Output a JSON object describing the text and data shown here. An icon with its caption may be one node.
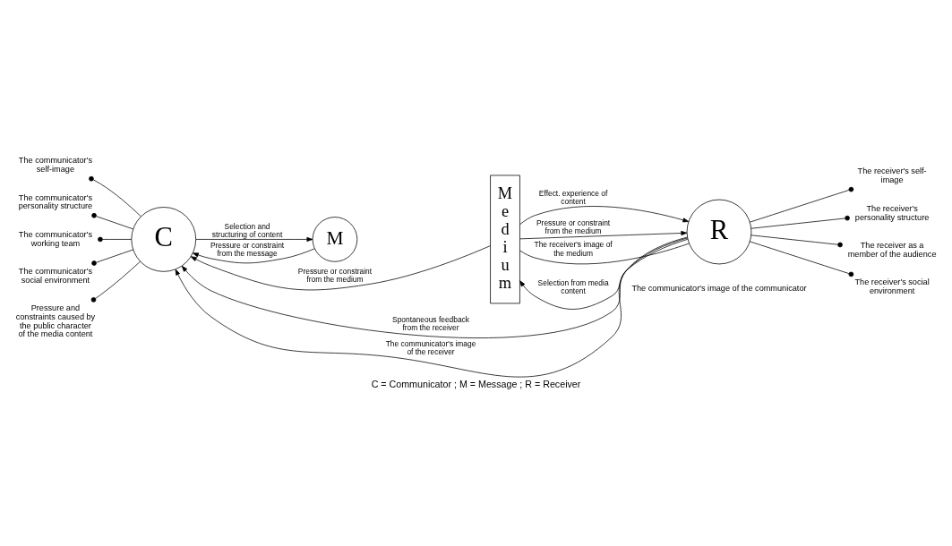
{
  "diagram": {
    "caption": "C = Communicator ; M = Message ; R = Receiver",
    "nodes": [
      {
        "text": [
          "C"
        ]
      },
      {
        "text": [
          "M"
        ]
      },
      {
        "text": [
          "M e d i u m"
        ]
      },
      {
        "text": [
          "R"
        ]
      },
      {
        "text": [
          "The communicator's self-image"
        ]
      },
      {
        "text": [
          "The communicator's personality structure"
        ]
      },
      {
        "text": [
          "The communicator's working team"
        ]
      },
      {
        "text": [
          "The communicator's social environment"
        ]
      },
      {
        "text": [
          "Pressure and constraints caused by the public character of the media content"
        ]
      },
      {
        "text": [
          "The receiver's self-image"
        ]
      },
      {
        "text": [
          "The receiver's personality structure"
        ]
      },
      {
        "text": [
          "The receiver as a member of the audience"
        ]
      },
      {
        "text": [
          "The receiver's social environment"
        ]
      }
    ],
    "edges": [
      {
        "from": 0,
        "to": 1,
        "arrow": "to",
        "label": "Selection and structuring of content"
      },
      {
        "from": 1,
        "to": 0,
        "arrow": "to",
        "label": "Pressure or constraint from the message"
      },
      {
        "from": 3,
        "to": 2,
        "arrow": "to",
        "label": "Selection from media content"
      },
      {
        "from": 2,
        "to": 3,
        "arrow": "to",
        "label": "Effect. experience of content"
      },
      {
        "from": 2,
        "to": 3,
        "arrow": "to",
        "label": "Pressure or constraint from the medium"
      },
      {
        "from": 2,
        "to": 3,
        "arrow": "none",
        "label": "The receiver's image of the medium"
      },
      {
        "from": 2,
        "to": 0,
        "arrow": "to",
        "label": "Pressure or constraint from the medium"
      },
      {
        "from": 3,
        "to": 0,
        "arrow": "to",
        "label": "Spontaneous feedback from the receiver"
      },
      {
        "from": 3,
        "to": 0,
        "arrow": "to",
        "label": "The communicator's image of the receiver"
      },
      {
        "from": 4,
        "to": 0,
        "arrow": "other"
      },
      {
        "from": 5,
        "to": 0,
        "arrow": "other"
      },
      {
        "from": 6,
        "to": 0,
        "arrow": "other"
      },
      {
        "from": 7,
        "to": 0,
        "arrow": "other"
      },
      {
        "from": 8,
        "to": 0,
        "arrow": "other"
      },
      {
        "from": 9,
        "to": 3,
        "arrow": "other"
      },
      {
        "from": 10,
        "to": 3,
        "arrow": "other"
      },
      {
        "from": 11,
        "to": 3,
        "arrow": "other"
      },
      {
        "from": 12,
        "to": 3,
        "arrow": "other"
      }
    ],
    "labels": [
      "The communicator's image of the communicator"
    ]
  }
}
